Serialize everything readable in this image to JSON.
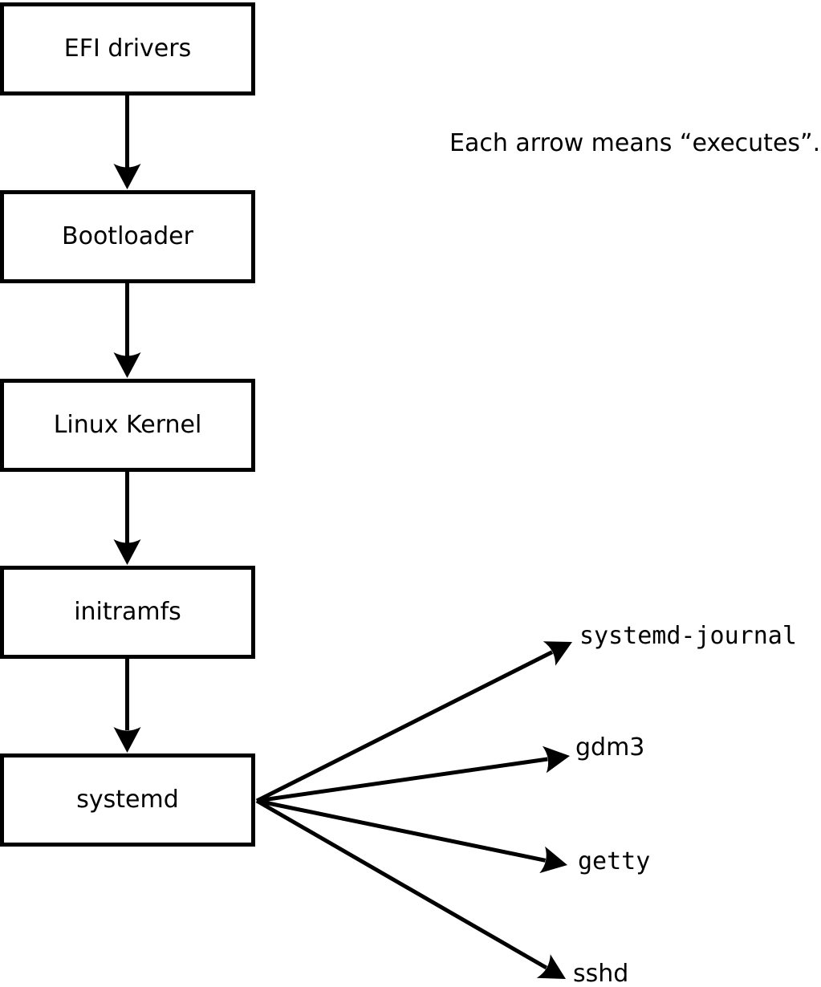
{
  "diagram": {
    "note": "Each arrow means “executes”.",
    "chain": [
      {
        "label": "EFI drivers"
      },
      {
        "label": "Bootloader"
      },
      {
        "label": "Linux Kernel"
      },
      {
        "label": "initramfs"
      },
      {
        "label": "systemd"
      }
    ],
    "spawned_processes": [
      {
        "label": "systemd-journal"
      },
      {
        "label": "gdm3"
      },
      {
        "label": "getty"
      },
      {
        "label": "sshd"
      }
    ],
    "colors": {
      "line": "#000000",
      "text": "#000000",
      "box_fill": "#ffffff",
      "background": "#ffffff"
    }
  }
}
